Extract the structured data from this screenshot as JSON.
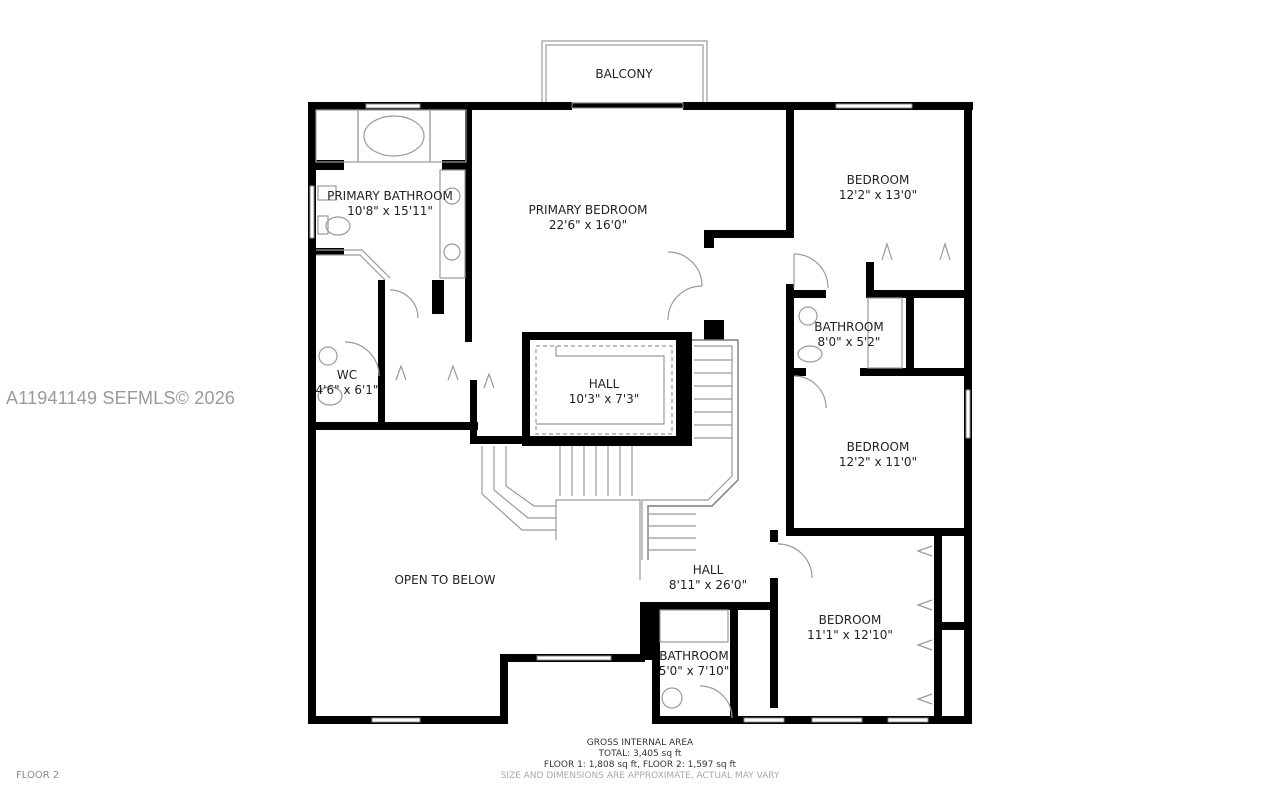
{
  "watermark": "A11941149  SEFMLS© 2026",
  "floor_label": "FLOOR 2",
  "rooms": {
    "balcony": {
      "name": "BALCONY",
      "dims": ""
    },
    "primary_bathroom": {
      "name": "PRIMARY BATHROOM",
      "dims": "10'8\" x 15'11\""
    },
    "primary_bedroom": {
      "name": "PRIMARY BEDROOM",
      "dims": "22'6\" x 16'0\""
    },
    "bedroom_1": {
      "name": "BEDROOM",
      "dims": "12'2\" x 13'0\""
    },
    "bathroom_1": {
      "name": "BATHROOM",
      "dims": "8'0\" x 5'2\""
    },
    "wc": {
      "name": "WC",
      "dims": "4'6\" x 6'1\""
    },
    "hall_upper": {
      "name": "HALL",
      "dims": "10'3\" x 7'3\""
    },
    "bedroom_2": {
      "name": "BEDROOM",
      "dims": "12'2\" x 11'0\""
    },
    "open_to_below": {
      "name": "OPEN TO BELOW",
      "dims": ""
    },
    "hall_main": {
      "name": "HALL",
      "dims": "8'11\" x 26'0\""
    },
    "bedroom_3": {
      "name": "BEDROOM",
      "dims": "11'1\" x 12'10\""
    },
    "bathroom_2": {
      "name": "BATHROOM",
      "dims": "5'0\" x 7'10\""
    }
  },
  "area": {
    "title": "GROSS INTERNAL AREA",
    "total": "TOTAL: 3,405 sq ft",
    "floors": "FLOOR 1: 1,808 sq ft, FLOOR 2: 1,597 sq ft",
    "disclaimer": "SIZE AND DIMENSIONS ARE APPROXIMATE, ACTUAL MAY VARY"
  },
  "colors": {
    "wall": "#000000",
    "fixture": "#9a9a9a",
    "watermark": "#9a9a9a",
    "background": "#ffffff"
  }
}
